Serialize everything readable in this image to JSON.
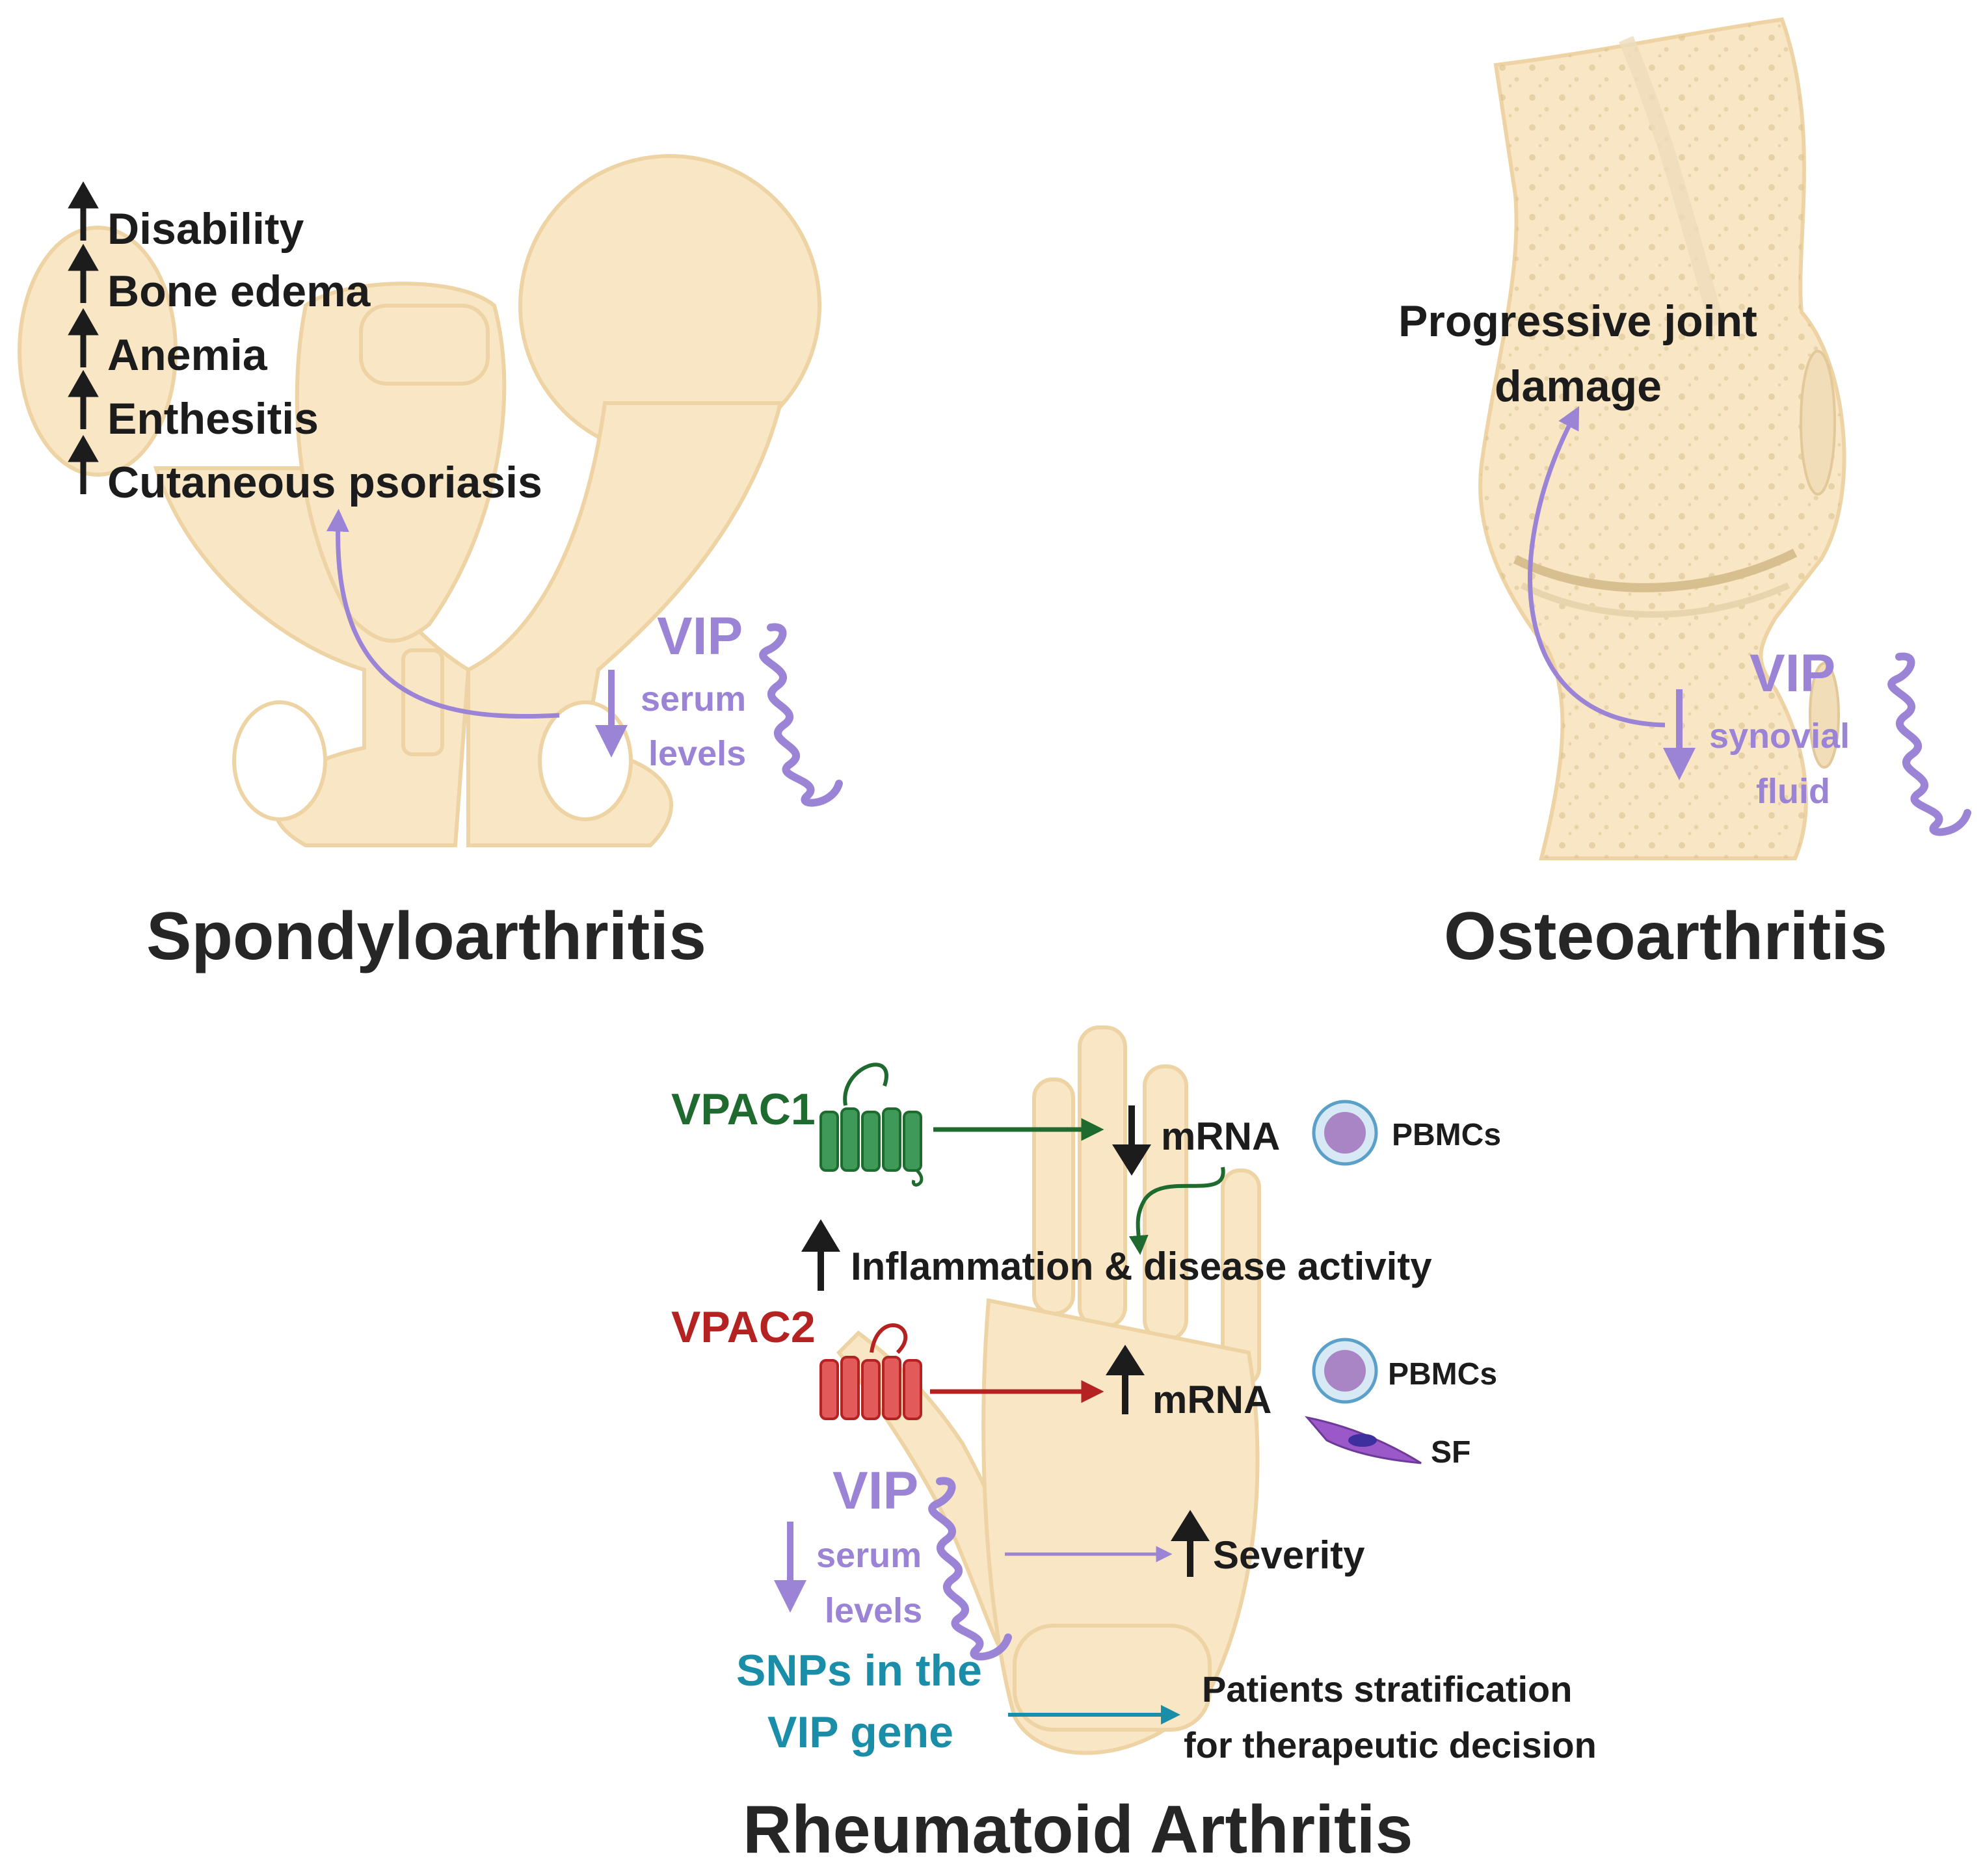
{
  "colors": {
    "bone_fill": "#f8e6c4",
    "bone_stroke": "#eed4a4",
    "vip_purple": "#9b84d6",
    "vpac1_green": "#1f6b2f",
    "vpac2_red": "#b52222",
    "snp_teal": "#1a8ea8",
    "text_dark": "#1c1c1c"
  },
  "spondyloarthritis": {
    "title": "Spondyloarthritis",
    "effects": [
      "Disability",
      "Bone edema",
      "Anemia",
      "Enthesitis",
      "Cutaneous psoriasis"
    ],
    "vip_label": "VIP",
    "vip_sub_1": "serum",
    "vip_sub_2": "levels"
  },
  "osteoarthritis": {
    "title": "Osteoarthritis",
    "outcome_1": "Progressive joint",
    "outcome_2": "damage",
    "vip_label": "VIP",
    "vip_sub_1": "synovial",
    "vip_sub_2": "fluid"
  },
  "rheumatoid_arthritis": {
    "title": "Rheumatoid Arthritis",
    "vpac1": "VPAC1",
    "vpac2": "VPAC2",
    "mrna": "mRNA",
    "pbmcs": "PBMCs",
    "sf": "SF",
    "inflammation": "Inflammation & disease activity",
    "vip_label": "VIP",
    "vip_sub_1": "serum",
    "vip_sub_2": "levels",
    "severity": "Severity",
    "snps_1": "SNPs in the",
    "snps_2": "VIP gene",
    "stratification_1": "Patients stratification",
    "stratification_2": "for therapeutic decision"
  }
}
